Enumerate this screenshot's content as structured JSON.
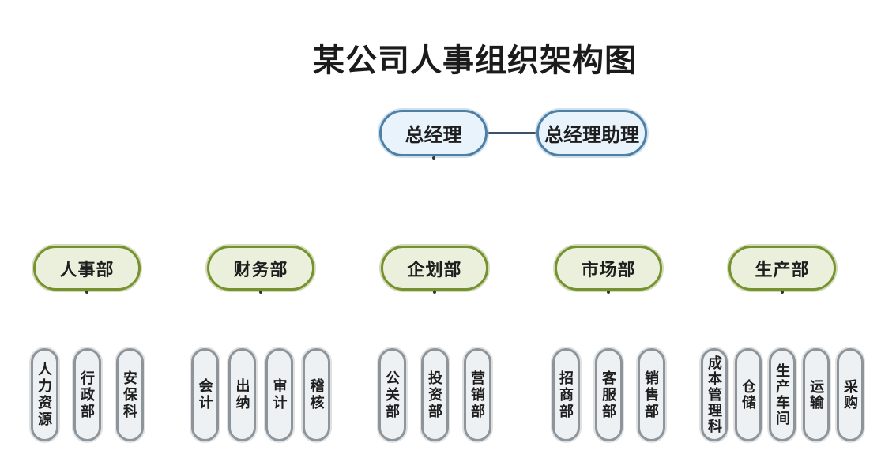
{
  "title": "某公司人事组织架构图",
  "executive": {
    "manager": "总经理",
    "assistant": "总经理助理"
  },
  "departments": [
    {
      "label": "人事部",
      "children": [
        "人力资源",
        "行政部",
        "安保科"
      ]
    },
    {
      "label": "财务部",
      "children": [
        "会计",
        "出纳",
        "审计",
        "稽核"
      ]
    },
    {
      "label": "企划部",
      "children": [
        "公关部",
        "投资部",
        "营销部"
      ]
    },
    {
      "label": "市场部",
      "children": [
        "招商部",
        "客服部",
        "销售部"
      ]
    },
    {
      "label": "生产部",
      "children": [
        "成本管理科",
        "仓储",
        "生产车间",
        "运输",
        "采购"
      ]
    }
  ],
  "colors": {
    "executive_fill": "#e9f3fb",
    "executive_border": "#4e80a6",
    "department_fill": "#eaf0db",
    "department_border": "#76922e",
    "sub_fill": "#edf1f4",
    "sub_border": "#8d959b",
    "connector": "#3a5368",
    "text": "#1f1f1f",
    "background": "#ffffff"
  }
}
